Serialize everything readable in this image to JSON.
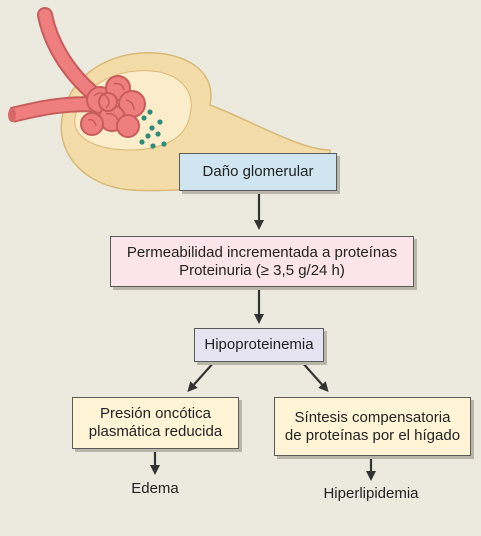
{
  "colors": {
    "background": "#eceadf",
    "box_damage": "#cfe6f1",
    "box_permeability": "#fbe4ea",
    "box_hypo": "#e7e4f1",
    "box_effects": "#fff5d6",
    "capsule": "#f4dca8",
    "vessel": "#ef7f7f",
    "protein_dots": "#2e8b7a",
    "arrow": "#333333"
  },
  "illustration": {
    "icon": "glomerulus-illustration"
  },
  "nodes": {
    "damage": {
      "label": "Daño glomerular"
    },
    "permeability": {
      "line1": "Permeabilidad incrementada a proteínas",
      "line2": "Proteinuria (≥ 3,5 g/24 h)"
    },
    "hypo": {
      "label": "Hipoproteinemia"
    },
    "oncotic": {
      "line1": "Presión oncótica",
      "line2": "plasmática reducida"
    },
    "synthesis": {
      "line1": "Síntesis compensatoria",
      "line2": "de proteínas por el hígado"
    },
    "edema": {
      "label": "Edema"
    },
    "hyperlipidemia": {
      "label": "Hiperlipidemia"
    }
  }
}
